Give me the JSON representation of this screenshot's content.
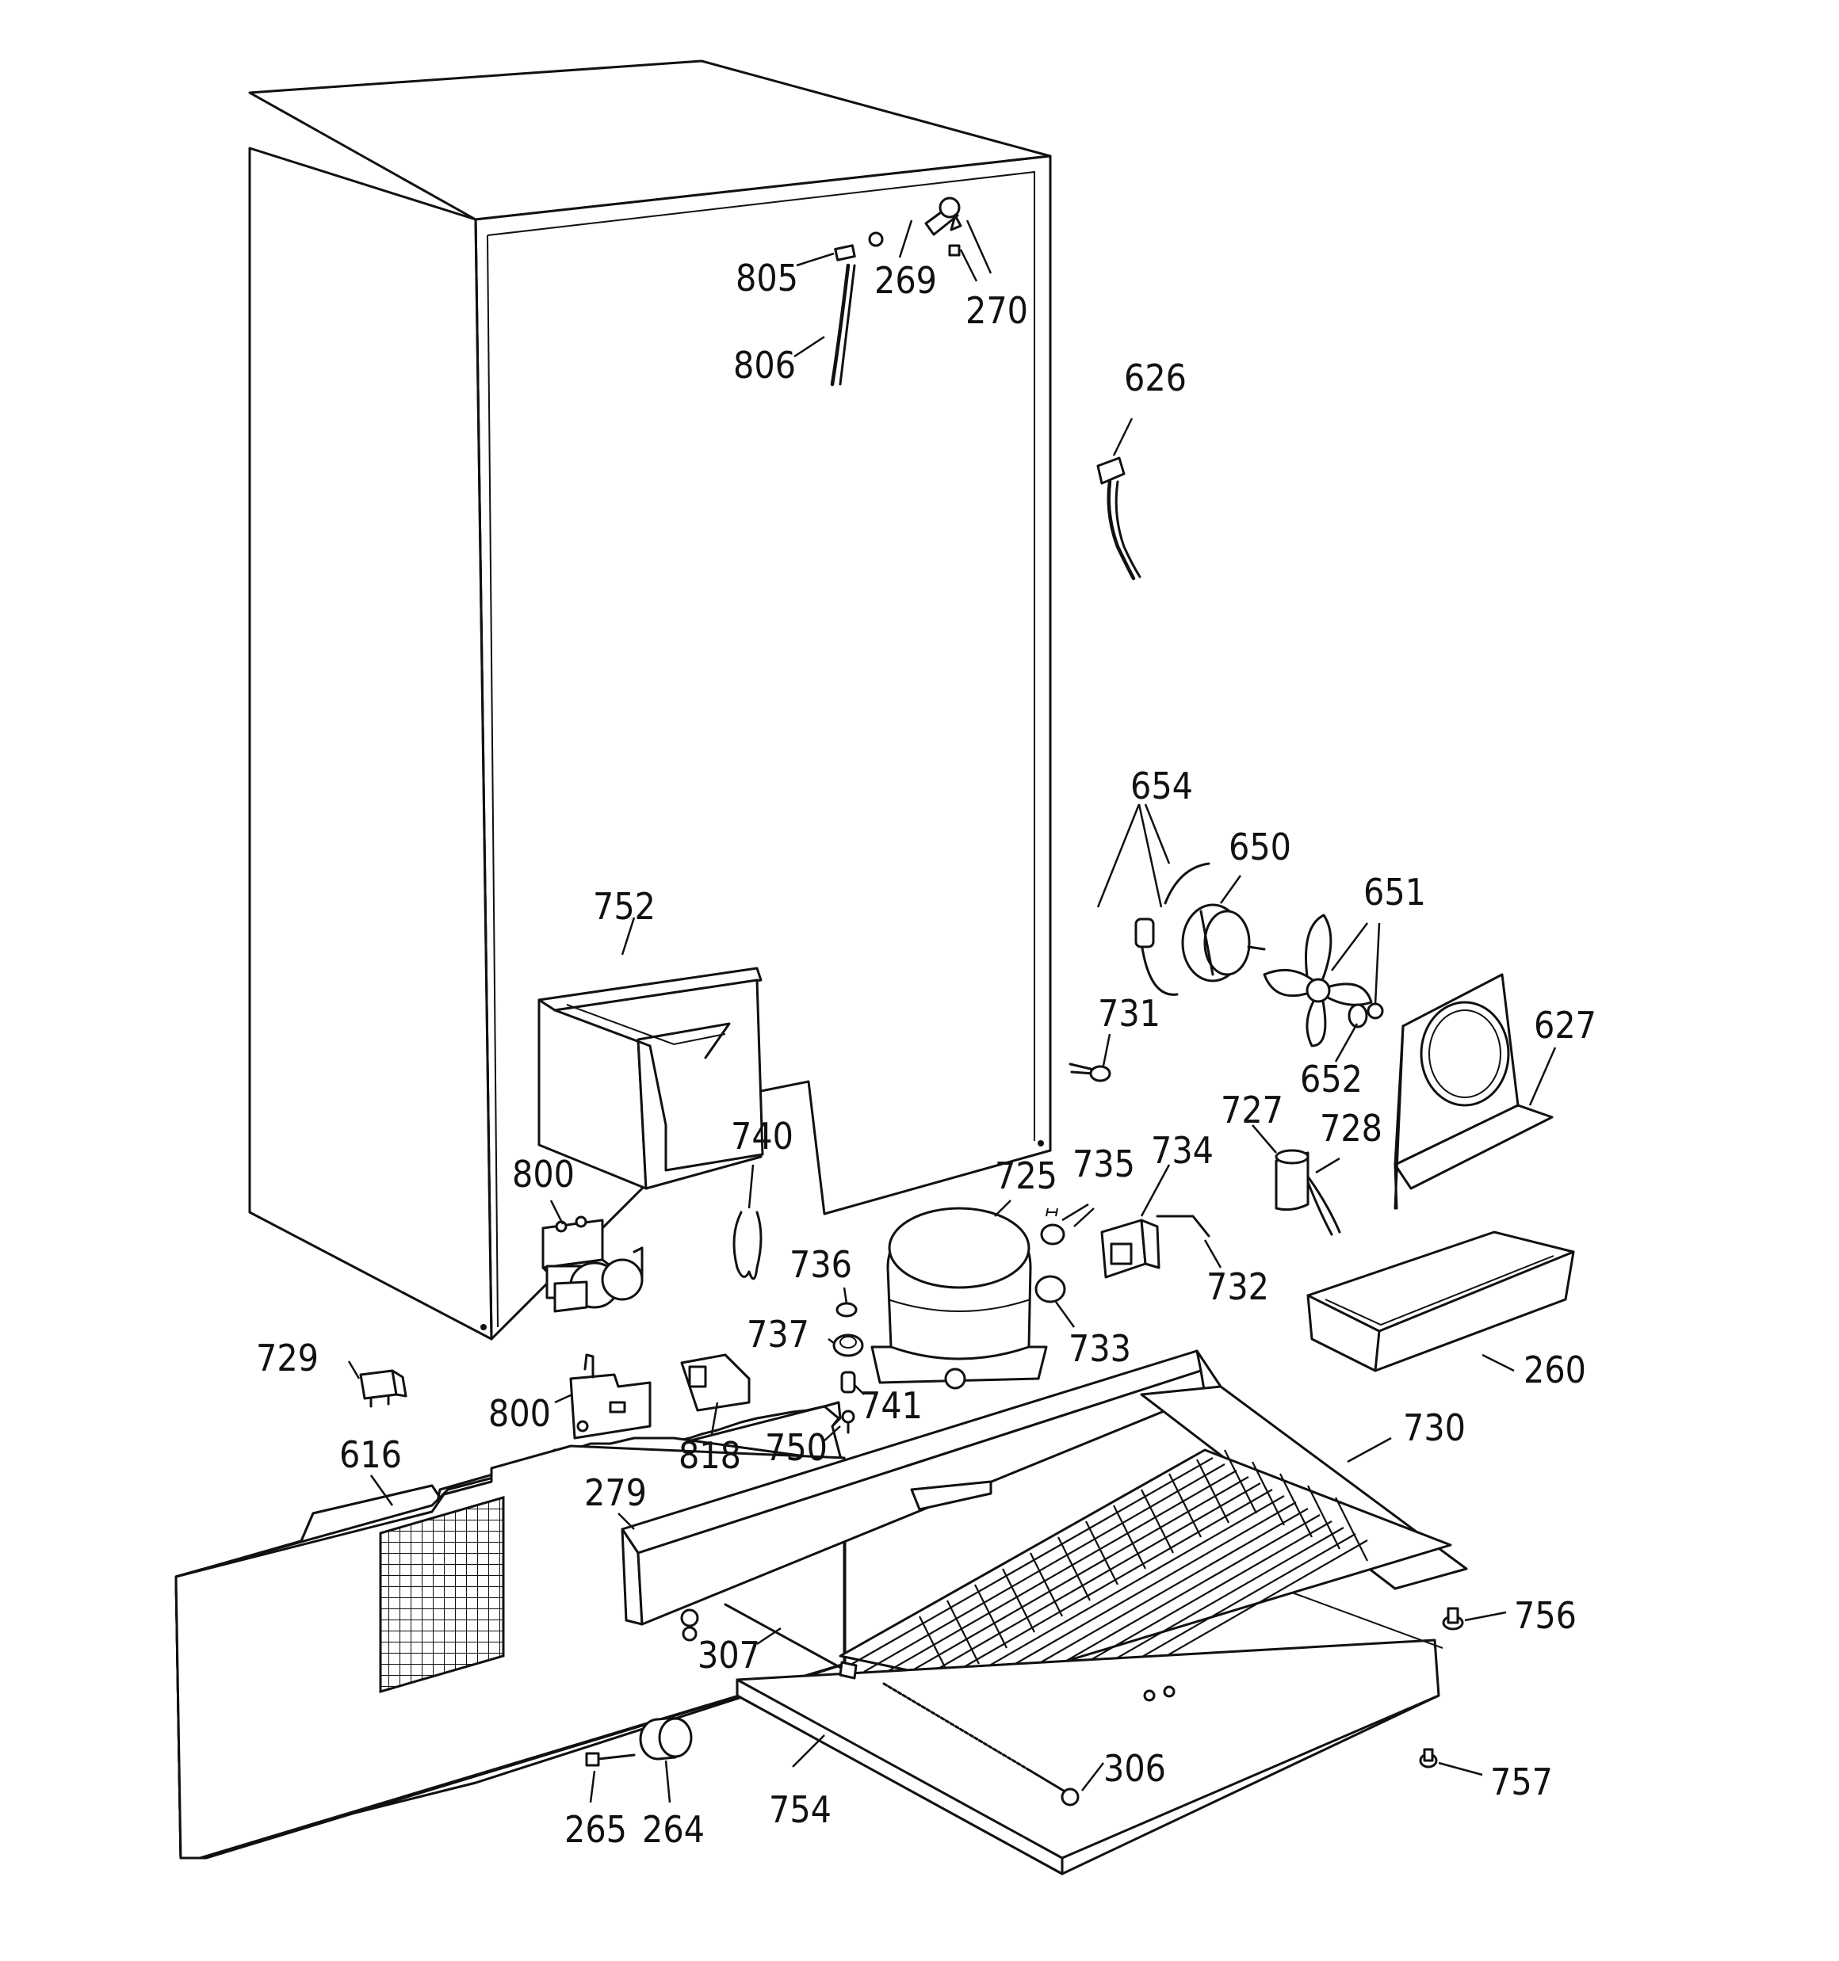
{
  "part_labels": {
    "l805": "805",
    "l269": "269",
    "l270": "270",
    "l806": "806",
    "l626": "626",
    "l654": "654",
    "l650": "650",
    "l651": "651",
    "l752": "752",
    "l731": "731",
    "l627": "627",
    "l652": "652",
    "l727": "727",
    "l728": "728",
    "l740": "740",
    "l800a": "800",
    "l735": "735",
    "l734": "734",
    "l725": "725",
    "l736": "736",
    "l732": "732",
    "l737": "737",
    "l733": "733",
    "l260": "260",
    "l729": "729",
    "l800b": "800",
    "l741": "741",
    "l818": "818",
    "l750": "750",
    "l730": "730",
    "l616": "616",
    "l279": "279",
    "l756": "756",
    "l307": "307",
    "l306": "306",
    "l757": "757",
    "l754": "754",
    "l265": "265",
    "l264": "264"
  }
}
